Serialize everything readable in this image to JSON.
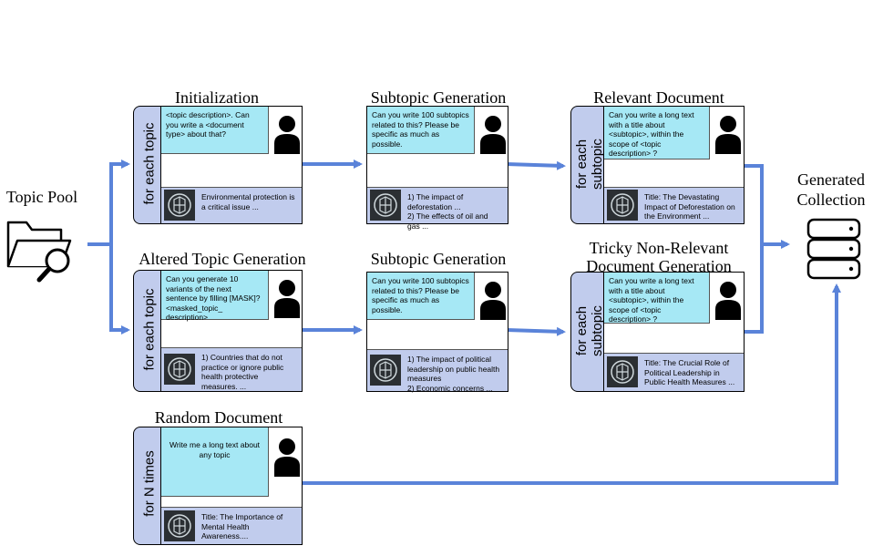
{
  "topic_pool": "Topic Pool",
  "generated_collection": [
    "Generated",
    "Collection"
  ],
  "colors": {
    "arrow": "#5a83d9",
    "prompt": "#a6e8f5",
    "response": "#c1cced"
  },
  "icons": {
    "folder": "folder-search-icon",
    "user": "user-icon",
    "chip": "ai-chip-icon",
    "database": "database-icon"
  },
  "stages": {
    "initialization": {
      "title": "Initialization",
      "side": "for each topic",
      "prompt": "<topic description>. Can you write a <document type> about that?",
      "response": "Environmental protection is a critical issue ..."
    },
    "subtopic1": {
      "title": "Subtopic Generation",
      "prompt": "Can you write 100 subtopics related to this? Please be specific as much as possible.",
      "response": "1) The impact of deforestation ...\n2) The effects of oil and gas ..."
    },
    "relevant": {
      "title": "Relevant Document",
      "side": [
        "for each",
        "subtopic"
      ],
      "prompt": "Can you write a long text with a title about <subtopic>, within the scope of <topic description> ?",
      "response": "Title: The Devastating Impact of Deforestation on the Environment ..."
    },
    "altered": {
      "title": "Altered Topic Generation",
      "side": "for each topic",
      "prompt": "Can you generate 10 variants of the next sentence by filling [MASK]?<masked_topic_ description>",
      "response": "1) Countries that do not practice or ignore public health protective measures. ..."
    },
    "subtopic2": {
      "title": "Subtopic Generation",
      "prompt": "Can you write 100 subtopics related to this? Please be specific as much as possible.",
      "response": "1) The impact of political leadership on public health measures\n2) Economic concerns ..."
    },
    "tricky": {
      "title": [
        "Tricky Non-Relevant",
        "Document Generation"
      ],
      "side": [
        "for each",
        "subtopic"
      ],
      "prompt": "Can you write a long text with a title about <subtopic>, within the scope of <topic description> ?",
      "response": "Title: The Crucial Role of Political Leadership in Public Health Measures ..."
    },
    "random": {
      "title": "Random Document",
      "side": "for N times",
      "prompt": "Write me a long text about any topic",
      "response": "Title: The Importance of Mental Health Awareness...."
    }
  }
}
